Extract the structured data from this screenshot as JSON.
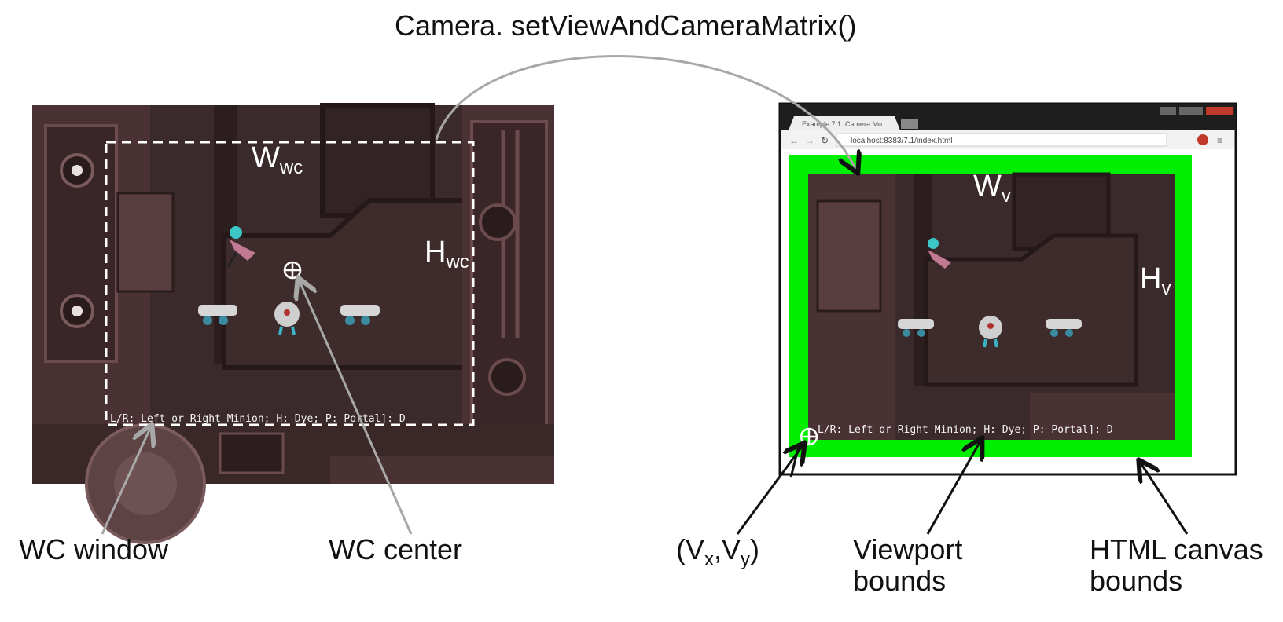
{
  "title": "Camera. setViewAndCameraMatrix()",
  "left_panel": {
    "window_width_label": {
      "main": "W",
      "sub": "wc"
    },
    "window_height_label": {
      "main": "H",
      "sub": "wc"
    },
    "status_text": "L/R: Left or Right Minion; H: Dye; P: Portal]: D"
  },
  "right_panel": {
    "browser_tab": "Example 7.1: Camera Mo...",
    "url": "localhost:8383/7.1/index.html",
    "viewport_width_label": {
      "main": "W",
      "sub": "v"
    },
    "viewport_height_label": {
      "main": "H",
      "sub": "v"
    },
    "status_text": "L/R: Left or Right Minion; H: Dye; P: Portal]: D"
  },
  "callouts": {
    "wc_window": "WC window",
    "wc_center": "WC center",
    "vxvy_open": "(V",
    "vx_sub": "x",
    "vxvy_comma": ",V",
    "vy_sub": "y",
    "vxvy_close": ")",
    "viewport_bounds_line1": "Viewport",
    "viewport_bounds_line2": "bounds",
    "canvas_bounds_line1": "HTML canvas",
    "canvas_bounds_line2": "bounds"
  },
  "colors": {
    "scene_bg": "#3b2a2b",
    "scene_wall": "#5a3d3f",
    "viewport_green": "#00ee00",
    "arrow_gray": "#a8a8a8",
    "arrow_black": "#111111"
  }
}
